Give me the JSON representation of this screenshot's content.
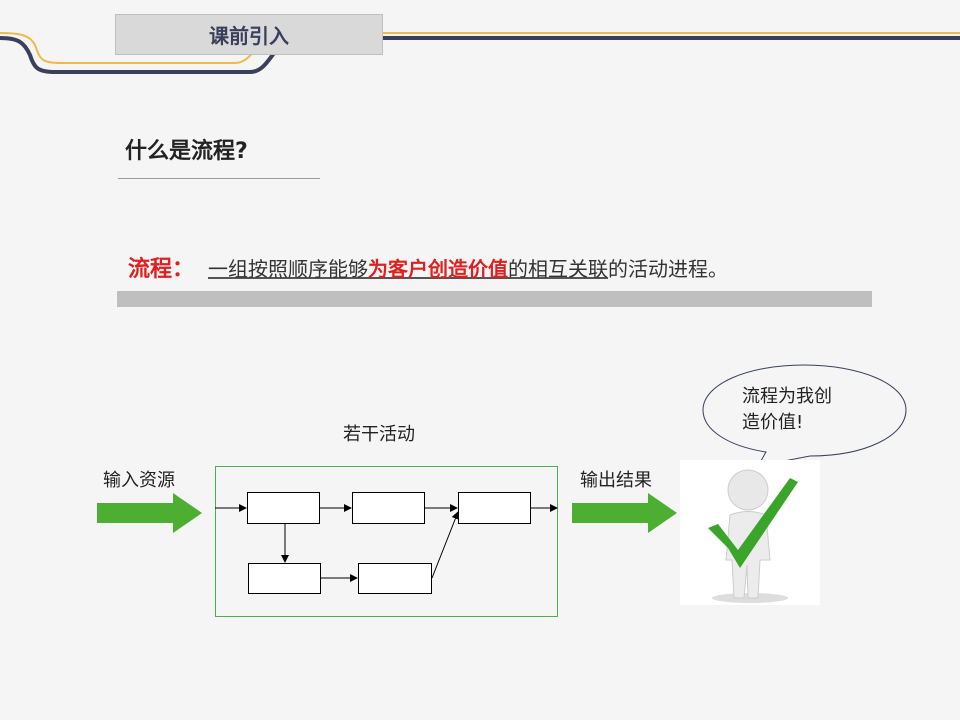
{
  "header": {
    "title": "课前引入"
  },
  "heading": "什么是流程?",
  "definition": {
    "label": "流程：",
    "part1": "一组按照顺序能够",
    "highlight": "为客户创造价值",
    "part2": "的相互关联",
    "part3": "的活动进程。"
  },
  "diagram": {
    "activities_label": "若干活动",
    "input_label": "输入资源",
    "output_label": "输出结果",
    "bubble_line1": "流程为我创",
    "bubble_line2": "造价值!"
  },
  "colors": {
    "accent_red": "#e02020",
    "arrow_green": "#4caf32",
    "navy": "#3a3f5c",
    "gold": "#f2b84b"
  }
}
